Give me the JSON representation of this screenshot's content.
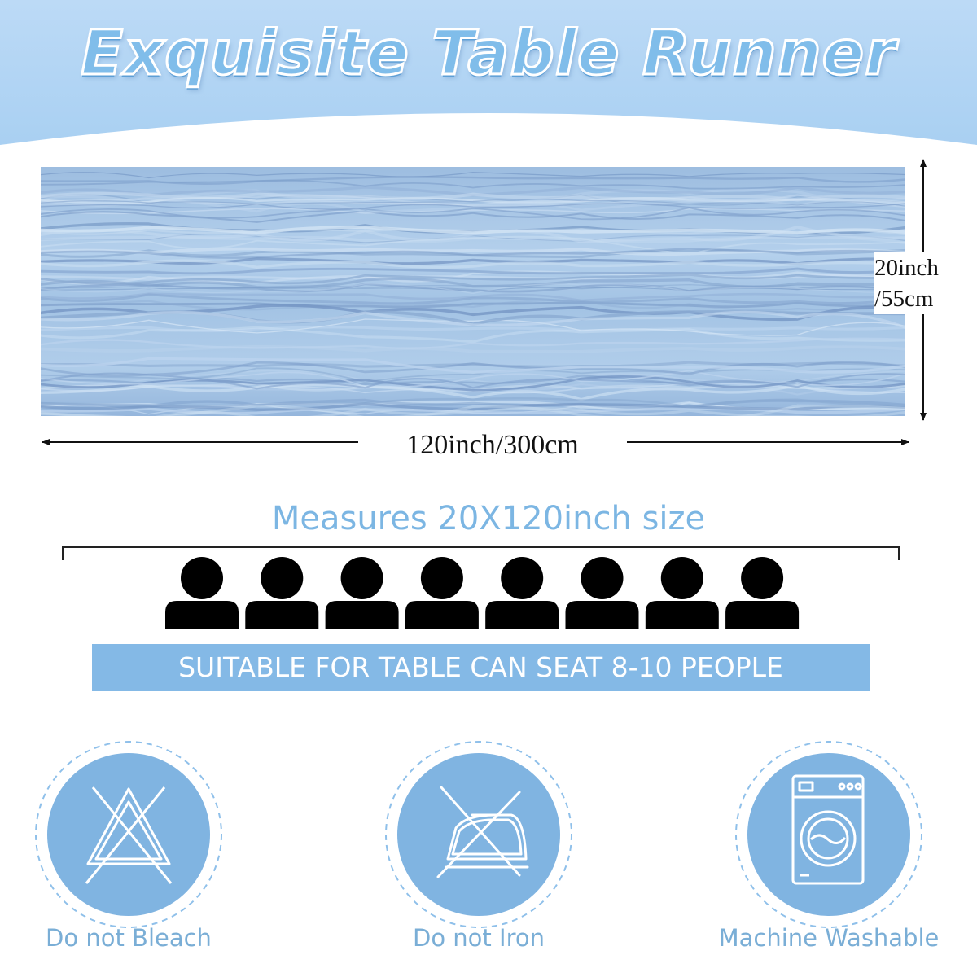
{
  "header": {
    "title": "Exquisite Table Runner"
  },
  "dimensions": {
    "length_label": "120inch/300cm",
    "width_label_line1": "20inch",
    "width_label_line2": "/55cm"
  },
  "measures": {
    "title": "Measures 20X120inch size",
    "people_count": 8,
    "suitable_text": "SUITABLE FOR TABLE CAN SEAT 8-10 PEOPLE"
  },
  "care": [
    {
      "icon": "no-bleach-icon",
      "label": "Do not Bleach"
    },
    {
      "icon": "no-iron-icon",
      "label": "Do not Iron"
    },
    {
      "icon": "washing-machine-icon",
      "label": "Machine Washable"
    }
  ],
  "colors": {
    "banner": "#b9d9f5",
    "accent": "#84b9e6",
    "fabric": "#a9c7e6"
  }
}
